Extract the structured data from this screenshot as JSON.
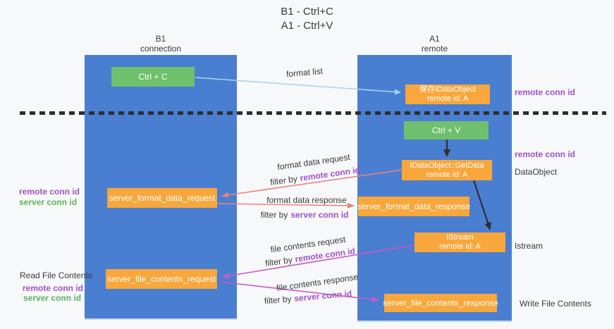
{
  "title": {
    "line1": "B1 - Ctrl+C",
    "line2": "A1 - Ctrl+V"
  },
  "columns": {
    "left": {
      "name": "B1",
      "subtitle": "connection"
    },
    "right": {
      "name": "A1",
      "subtitle": "remote"
    }
  },
  "nodes": {
    "ctrl_c": "Ctrl + C",
    "ctrl_v": "Ctrl + V",
    "save_dataobject": {
      "line1": "保存IDataObject",
      "line2": "remote id: A"
    },
    "getdata": {
      "line1": "IDataObject::GetData",
      "line2": "remote id: A"
    },
    "istream": {
      "line1": "IStream",
      "line2": "remote id: A"
    },
    "server_format_data_request": "server_format_data_request",
    "server_format_data_response": "server_format_data_response",
    "server_file_contents_request": "server_file_contents_request",
    "server_file_contents_response": "server_file_contents_response"
  },
  "side_labels": {
    "remote_conn_id": "remote conn id",
    "server_conn_id": "server conn id",
    "dataobject": "DataObject",
    "istream": "Istream",
    "read_file_contents": "Read File Contents",
    "write_file_contents": "Write File Contents"
  },
  "flow_labels": {
    "format_list": "format list",
    "format_data_request": "format data request",
    "format_data_response": "format data response",
    "file_contents_request": "file contents request",
    "file_contents_response": "file contents response",
    "filter_by": "filter by"
  },
  "colors": {
    "background": "#f7f8f9",
    "lane_blue": "#4a7ed1",
    "box_green": "#6ec06d",
    "box_orange": "#f7a73c",
    "label_purple": "#a34fc8",
    "label_green": "#5cb45c",
    "arrow_salmon": "#e8837d",
    "arrow_magenta": "#c75bc7",
    "arrow_blue": "#a9d3ee",
    "arrow_black": "#2f2f2f",
    "text_dark": "#3a3a3a",
    "dash_color": "#2e2e2e"
  }
}
